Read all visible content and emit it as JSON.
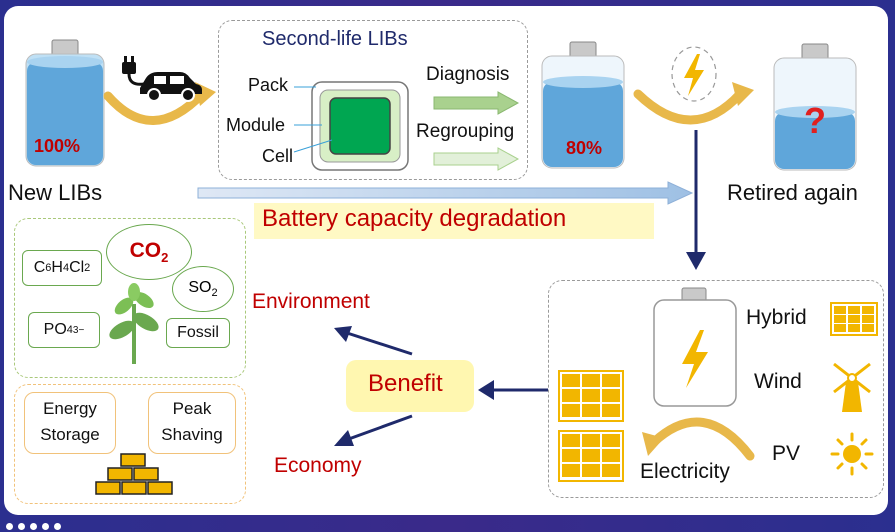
{
  "labels": {
    "second_life_title": "Second-life LIBs",
    "pack": "Pack",
    "module": "Module",
    "cell": "Cell",
    "diagnosis": "Diagnosis",
    "regrouping": "Regrouping",
    "new_battery_pct": "100%",
    "second_battery_pct": "80%",
    "unknown_mark": "?",
    "new_libs": "New LIBs",
    "retired_again": "Retired again",
    "degradation": "Battery capacity degradation",
    "environment": "Environment",
    "benefit": "Benefit",
    "economy": "Economy",
    "hybrid": "Hybrid",
    "wind": "Wind",
    "pv": "PV",
    "electricity": "Electricity",
    "energy_storage_line1": "Energy",
    "energy_storage_line2": "Storage",
    "peak_shaving_line1": "Peak",
    "peak_shaving_line2": "Shaving"
  },
  "pollutants": {
    "c6h4cl2_base1": "C",
    "c6h4cl2_sub1": "6",
    "c6h4cl2_base2": "H",
    "c6h4cl2_sub2": "4",
    "c6h4cl2_base3": "Cl",
    "c6h4cl2_sub3": "2",
    "co2_base": "CO",
    "co2_sub": "2",
    "so2_base": "SO",
    "so2_sub": "2",
    "po4_base": "PO",
    "po4_sub": "4",
    "po4_sup": "3−",
    "fossil": "Fossil"
  },
  "colors": {
    "red_text": "#c00000",
    "navy_arrow": "#1f2a6b",
    "battery_blue": "#6fa8dc",
    "green_cell": "#00a651",
    "solar_yellow": "#f2b600",
    "benefit_fill": "#fff7b0",
    "degradation_fill": "#fff9c4"
  },
  "icons": [
    "car-icon",
    "plug-icon",
    "lightning-icon",
    "question-icon",
    "solar-panel-icon",
    "windmill-icon",
    "sun-icon",
    "plant-icon",
    "gold-bars-icon"
  ]
}
